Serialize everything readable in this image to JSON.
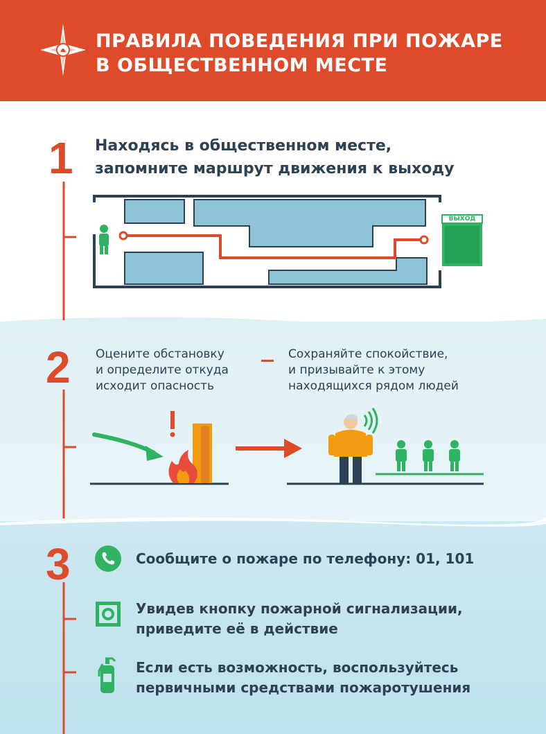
{
  "header": {
    "title": "ПРАВИЛА ПОВЕДЕНИЯ ПРИ ПОЖАРЕ\nВ ОБЩЕСТВЕННОМ МЕСТЕ",
    "emblem_icon": "emergency-star-emblem"
  },
  "steps": [
    {
      "number": "1",
      "text": "Находясь в общественном месте,\nзапомните маршрут движения к выходу",
      "exit_label": "ВЫХОД"
    },
    {
      "number": "2",
      "left_text": "Оцените обстановку\nи определите откуда\nисходит опасность",
      "right_text": "Сохраняйте спокойствие,\nи призывайте к этому\nнаходящихся рядом людей"
    },
    {
      "number": "3",
      "items": [
        {
          "icon": "phone-icon",
          "text": "Сообщите о пожаре по телефону: 01, 101"
        },
        {
          "icon": "alarm-button-icon",
          "text": "Увидев кнопку пожарной сигнализации,\nприведите её в действие"
        },
        {
          "icon": "fire-extinguisher-icon",
          "text": "Если есть возможность, воспользуйтесь\nпервичными средствами пожаротушения"
        }
      ]
    }
  ],
  "colors": {
    "header": "#dd4b2b",
    "accent": "#dd4b2b",
    "text": "#2d4155",
    "green": "#2fb363",
    "blue_block": "#8fc3d8",
    "orange": "#f39c12"
  }
}
